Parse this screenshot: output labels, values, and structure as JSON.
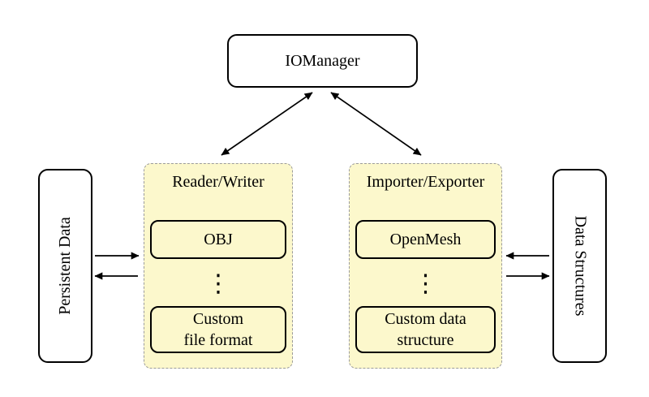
{
  "nodes": {
    "iomanager": "IOManager",
    "persistent_data": "Persistent Data",
    "data_structures": "Data Structures"
  },
  "groups": {
    "reader_writer": {
      "title": "Reader/Writer",
      "box1": {
        "line1": "OBJ"
      },
      "dots": "⋮",
      "box2": {
        "line1": "Custom",
        "line2": "file format"
      }
    },
    "importer_exporter": {
      "title": "Importer/Exporter",
      "box1": {
        "line1": "OpenMesh"
      },
      "dots": "⋮",
      "box2": {
        "line1": "Custom data",
        "line2": "structure"
      }
    }
  },
  "connections": [
    {
      "from": "IOManager",
      "to": "Reader/Writer",
      "bidirectional": true
    },
    {
      "from": "IOManager",
      "to": "Importer/Exporter",
      "bidirectional": true
    },
    {
      "from": "Persistent Data",
      "to": "Reader/Writer",
      "bidirectional": false
    },
    {
      "from": "Reader/Writer",
      "to": "Persistent Data",
      "bidirectional": false
    },
    {
      "from": "Data Structures",
      "to": "Importer/Exporter",
      "bidirectional": false
    },
    {
      "from": "Importer/Exporter",
      "to": "Data Structures",
      "bidirectional": false
    }
  ],
  "colors": {
    "group_fill": "#FCF8CC",
    "group_border": "#9b9b9b",
    "node_fill": "#ffffff",
    "stroke": "#000000",
    "background": "#ffffff"
  }
}
